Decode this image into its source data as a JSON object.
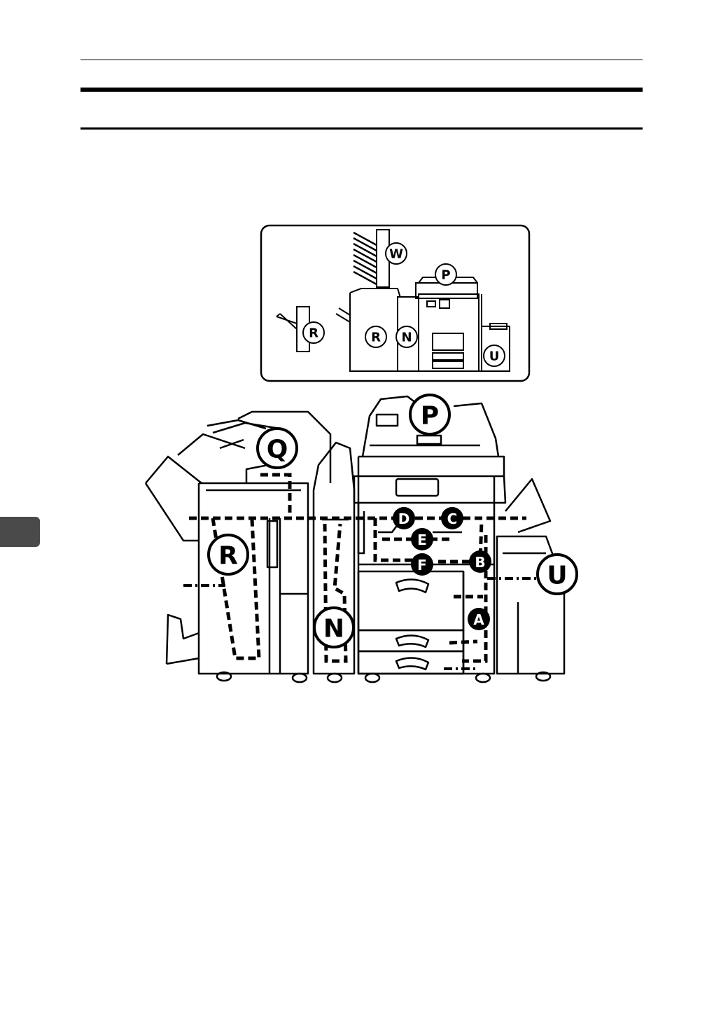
{
  "figure": {
    "overview_labels": {
      "w": "W",
      "p": "P",
      "r_left": "R",
      "r": "R",
      "n": "N",
      "u": "U"
    },
    "main_labels": {
      "p": "P",
      "q": "Q",
      "r": "R",
      "n": "N",
      "u": "U",
      "a": "A",
      "b": "B",
      "c": "C",
      "d": "D",
      "e": "E",
      "f": "F"
    }
  }
}
